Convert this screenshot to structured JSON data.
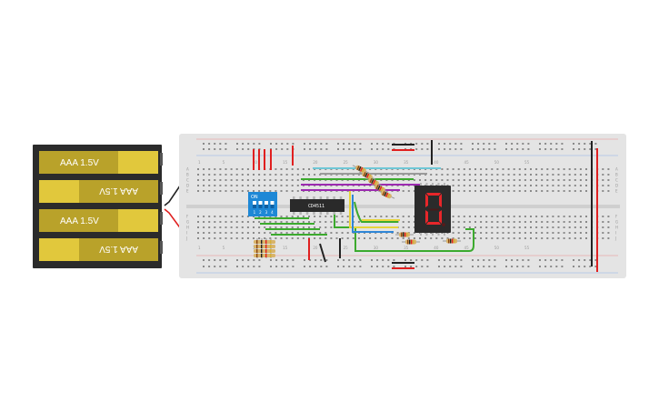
{
  "battery_pack": {
    "cells": [
      {
        "label": "AAA 1.5V",
        "flipped": false
      },
      {
        "label": "AAA 1.5V",
        "flipped": true
      },
      {
        "label": "AAA 1.5V",
        "flipped": false
      },
      {
        "label": "AAA 1.5V",
        "flipped": true
      }
    ],
    "case_color": "#2b2b2b",
    "cell_color": "#e1c83c",
    "cell_dark_color": "#b9a22a"
  },
  "breadboard": {
    "body_color": "#e4e4e4",
    "top_column_numbers": [
      "1",
      "5",
      "10",
      "15",
      "20",
      "25",
      "30",
      "35",
      "40",
      "45",
      "50",
      "55"
    ],
    "bottom_column_numbers": [
      "1",
      "5",
      "10",
      "15",
      "20",
      "25",
      "30",
      "35",
      "40",
      "45",
      "50",
      "55"
    ],
    "row_letters_top": [
      "A",
      "B",
      "C",
      "D",
      "E"
    ],
    "row_letters_bottom": [
      "F",
      "G",
      "H",
      "I",
      "J"
    ]
  },
  "ic_chip": {
    "label": "CD4511",
    "color": "#2a2a2a"
  },
  "dip_switch": {
    "on_label": "ON",
    "switch_numbers": [
      "1",
      "2",
      "3",
      "4"
    ],
    "color": "#1e88d6"
  },
  "seven_segment": {
    "digit": "0",
    "body_color": "#2b2b2b",
    "segment_color": "#e8262a"
  },
  "wire_colors": {
    "red": "#e02020",
    "black": "#222222",
    "green": "#3caa2e",
    "yellow": "#e8d43a",
    "blue": "#2f86d6",
    "purple": "#9c2ab0",
    "cyan": "#6fc7d6",
    "gray": "#9a9a9a"
  }
}
